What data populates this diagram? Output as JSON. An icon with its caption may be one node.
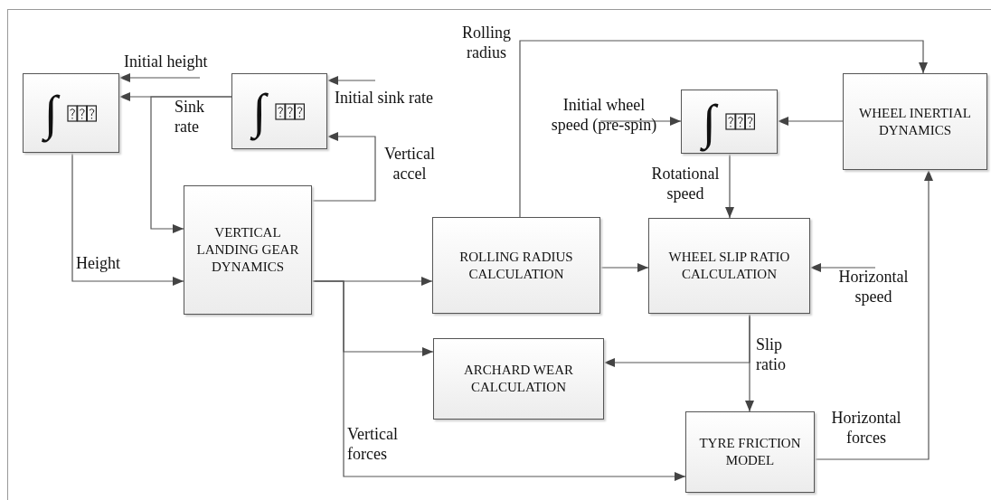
{
  "diagram": {
    "nodes": [
      {
        "text": [
          "∫"
        ]
      },
      {
        "text": [
          "∫"
        ]
      },
      {
        "text": [
          "VERTICAL LANDING GEAR DYNAMICS"
        ]
      },
      {
        "text": [
          "ROLLING RADIUS CALCULATION"
        ]
      },
      {
        "text": [
          "∫"
        ]
      },
      {
        "text": [
          "WHEEL INERTIAL DYNAMICS"
        ]
      },
      {
        "text": [
          "WHEEL SLIP RATIO CALCULATION"
        ]
      },
      {
        "text": [
          "ARCHARD WEAR CALCULATION"
        ]
      },
      {
        "text": [
          "TYRE FRICTION MODEL"
        ]
      }
    ],
    "edges": [
      {
        "from": null,
        "to": 0,
        "arrow": "to",
        "label": "Initial height"
      },
      {
        "from": 1,
        "to": 0,
        "arrow": "to",
        "label": "Sink rate"
      },
      {
        "from": 1,
        "to": 2,
        "arrow": "to"
      },
      {
        "from": null,
        "to": 1,
        "arrow": "to",
        "label": "Initial sink rate"
      },
      {
        "from": 2,
        "to": 1,
        "arrow": "to",
        "label": "Vertical accel"
      },
      {
        "from": 0,
        "to": 2,
        "arrow": "to",
        "label": "Height"
      },
      {
        "from": 2,
        "to": 3,
        "arrow": "to"
      },
      {
        "from": 2,
        "to": 7,
        "arrow": "to"
      },
      {
        "from": 2,
        "to": 8,
        "arrow": "to",
        "label": "Vertical forces"
      },
      {
        "from": 3,
        "to": 5,
        "arrow": "to",
        "label": "Rolling radius"
      },
      {
        "from": 3,
        "to": 6,
        "arrow": "to"
      },
      {
        "from": null,
        "to": 4,
        "arrow": "to",
        "label": "Initial wheel speed (pre-spin)"
      },
      {
        "from": 5,
        "to": 4,
        "arrow": "to"
      },
      {
        "from": 4,
        "to": 6,
        "arrow": "to",
        "label": "Rotational speed"
      },
      {
        "from": null,
        "to": 6,
        "arrow": "to",
        "label": "Horizontal speed"
      },
      {
        "from": 6,
        "to": 7,
        "arrow": "to",
        "label": "Slip ratio"
      },
      {
        "from": 6,
        "to": 8,
        "arrow": "to"
      },
      {
        "from": 8,
        "to": 5,
        "arrow": "to",
        "label": "Horizontal forces"
      }
    ]
  }
}
